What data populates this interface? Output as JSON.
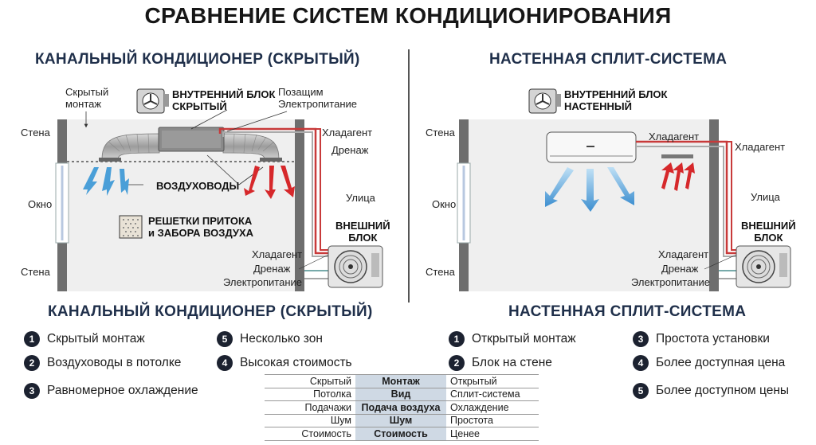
{
  "title": "СРАВНЕНИЕ СИСТЕМ КОНДИЦИОНИРОВАНИЯ",
  "left": {
    "heading": "КАНАЛЬНЫЙ КОНДИЦИОНЕР (СКРЫТЫЙ)",
    "labels": {
      "hidden_mount": "Скрытый\nмонтаж",
      "indoor_unit": "ВНУТРЕННИЙ БЛОК\nСКРЫТЫЙ",
      "power_behind": "Позащим\nЭлектропитание",
      "wall_top": "Стена",
      "window": "Окно",
      "wall_bottom": "Стена",
      "refrigerant_top": "Хладагент",
      "drain_top": "Дренаж",
      "street": "Улица",
      "ducts": "ВОЗДУХОВОДЫ",
      "grilles": "РЕШЕТКИ ПРИТОКА\nи ЗАБОРА ВОЗДУХА",
      "outdoor_unit": "ВНЕШНИЙ\nБЛОК",
      "refrigerant_bottom": "Хладагент",
      "drain_bottom": "Дренаж",
      "power_bottom": "Электропитание"
    },
    "subheading": "КАНАЛЬНЫЙ КОНДИЦИОНЕР (СКРЫТЫЙ)",
    "features_col1": [
      {
        "n": "1",
        "text": "Скрытый монтаж"
      },
      {
        "n": "2",
        "text": "Воздуховоды в потолке"
      },
      {
        "n": "3",
        "text": "Равномерное охлаждение"
      }
    ],
    "features_col2": [
      {
        "n": "5",
        "text": "Несколько зон"
      },
      {
        "n": "4",
        "text": "Высокая стоимость"
      }
    ]
  },
  "right": {
    "heading": "НАСТЕННАЯ СПЛИТ-СИСТЕМА",
    "labels": {
      "indoor_unit": "ВНУТРЕННИЙ БЛОК\nНАСТЕННЫЙ",
      "wall_top": "Стена",
      "window": "Окно",
      "wall_bottom": "Стена",
      "refrigerant_indoor": "Хладагент",
      "refrigerant_outdoor": "Хладагент",
      "street": "Улица",
      "outdoor_unit": "ВНЕШНИЙ\nБЛОК",
      "refrigerant_bottom": "Хладагент",
      "drain_bottom": "Дренаж",
      "power_bottom": "Электропитание"
    },
    "subheading": "НАСТЕННАЯ СПЛИТ-СИСТЕМА",
    "features_col1": [
      {
        "n": "1",
        "text": "Открытый монтаж"
      },
      {
        "n": "2",
        "text": "Блок на стене"
      }
    ],
    "features_col2": [
      {
        "n": "3",
        "text": "Простота установки"
      },
      {
        "n": "4",
        "text": "Более доступная цена"
      },
      {
        "n": "5",
        "text": "Более доступном цены"
      }
    ]
  },
  "table": [
    {
      "left": "Скрытый",
      "mid": "Монтаж",
      "right": "Открытый"
    },
    {
      "left": "Потолка",
      "mid": "Вид",
      "right": "Сплит-система"
    },
    {
      "left": "Подачажи",
      "mid": "Подача воздуха",
      "right": "Охлаждение"
    },
    {
      "left": "Шум",
      "mid": "Шум",
      "right": "Простота"
    },
    {
      "left": "Стоимость",
      "mid": "Стоимость",
      "right": "Ценее"
    }
  ],
  "colors": {
    "heading": "#1f2f4a",
    "cold_arrow": "#4a9fd8",
    "warm_arrow": "#d6282b",
    "wall": "#6b6b6b",
    "room": "#eeeeee",
    "pipe_red": "#c83a3a"
  }
}
